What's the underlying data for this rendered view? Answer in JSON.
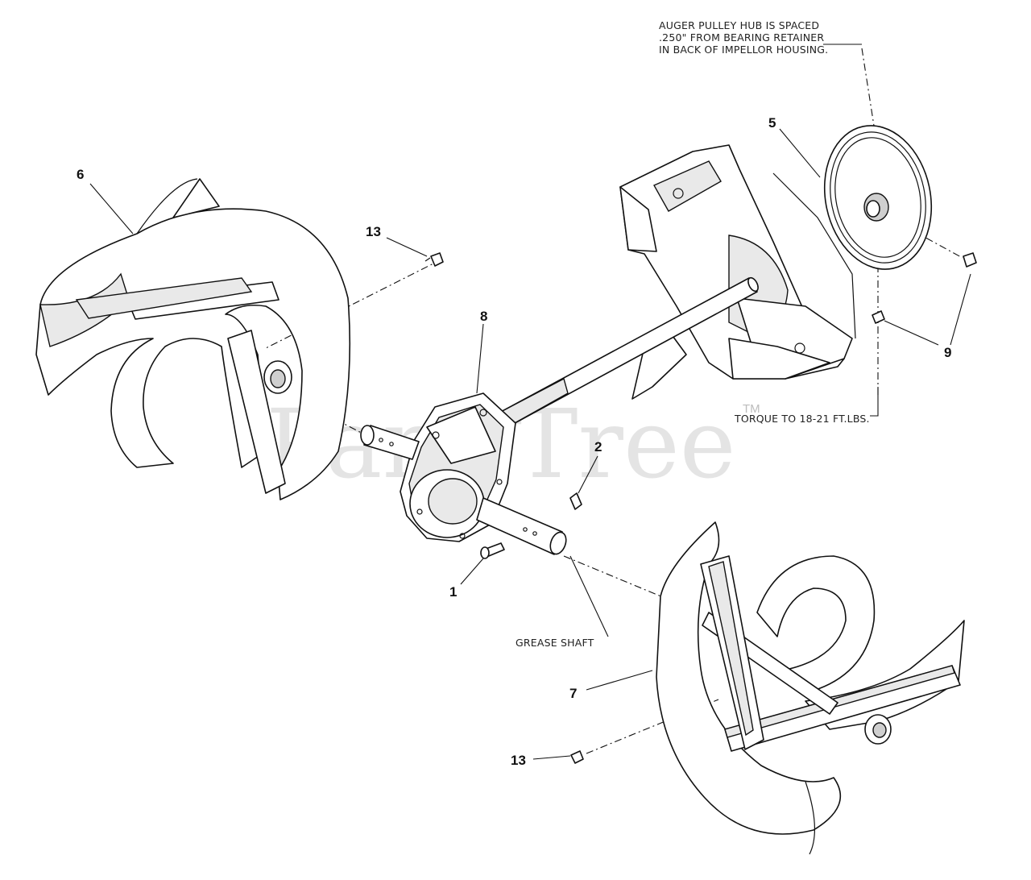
{
  "watermark": {
    "text": "PartsTree",
    "trademark": "TM"
  },
  "notes": {
    "pulley_hub": [
      "AUGER PULLEY HUB IS SPACED",
      ".250\" FROM BEARING RETAINER",
      "IN BACK OF IMPELLOR HOUSING."
    ],
    "torque": "TORQUE TO 18-21 FT.LBS.",
    "grease": "GREASE SHAFT"
  },
  "callouts": {
    "c1": "1",
    "c2": "2",
    "c5": "5",
    "c6": "6",
    "c7": "7",
    "c8": "8",
    "c9": "9",
    "c13_upper": "13",
    "c13_lower": "13"
  }
}
